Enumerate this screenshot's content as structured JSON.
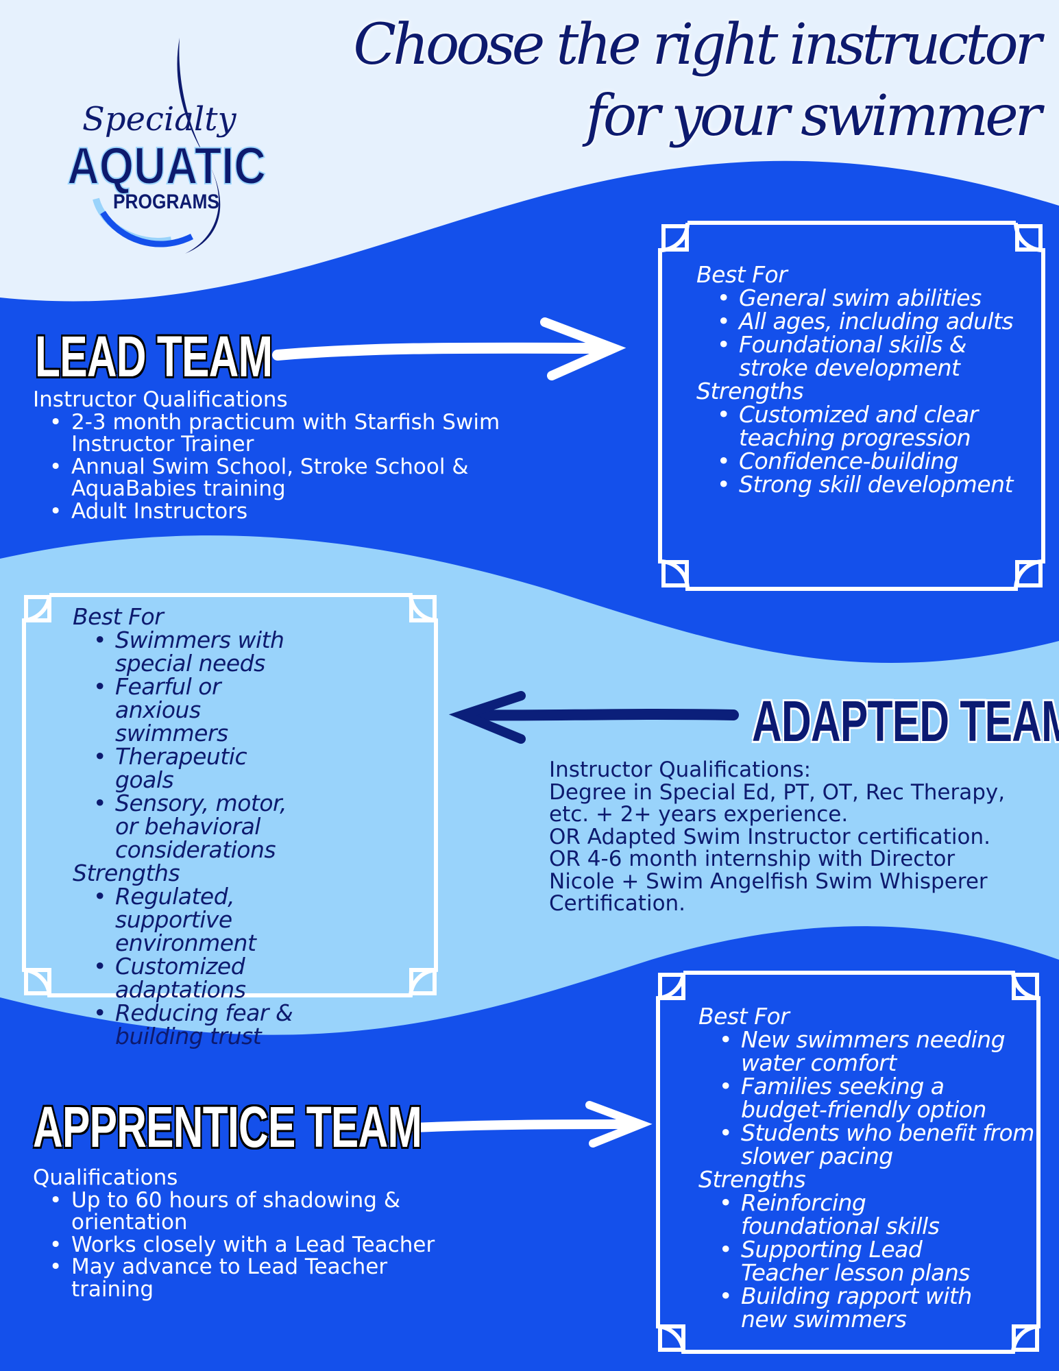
{
  "colors": {
    "sky": "#e6f1fd",
    "blue": "#1450eb",
    "light_blue": "#99d3fb",
    "navy": "#0d1a6e",
    "white": "#ffffff"
  },
  "logo": {
    "script": "Specialty",
    "main": "AQUATIC",
    "sub": "PROGRAMS"
  },
  "title": {
    "line1": "Choose the right instructor",
    "line2": "for your  swimmer"
  },
  "lead": {
    "heading": "LEAD TEAM",
    "qual_label": "Instructor Qualifications",
    "qualifications": [
      "2-3 month practicum with Starfish Swim Instructor Trainer",
      "Annual Swim School, Stroke School & AquaBabies training",
      "Adult Instructors"
    ],
    "best_for_label": "Best For",
    "best_for": [
      "General swim abilities",
      "All ages, including adults",
      "Foundational skills & stroke development"
    ],
    "strengths_label": "Strengths",
    "strengths": [
      "Customized and clear teaching progression",
      "Confidence-building",
      "Strong skill development"
    ]
  },
  "adapted": {
    "heading": "ADAPTED TEAM",
    "qual_lines": [
      "Instructor Qualifications:",
      "Degree in Special Ed, PT, OT, Rec Therapy,",
      "etc. + 2+ years experience.",
      "OR Adapted Swim Instructor certification.",
      "OR 4-6 month internship with Director",
      "Nicole + Swim Angelfish Swim Whisperer",
      "Certification."
    ],
    "best_for_label": "Best For",
    "best_for": [
      "Swimmers with special needs",
      "Fearful or anxious swimmers",
      "Therapeutic goals",
      "Sensory, motor, or behavioral considerations"
    ],
    "strengths_label": "Strengths",
    "strengths": [
      "Regulated, supportive environment",
      "Customized adaptations",
      "Reducing fear & building trust"
    ]
  },
  "apprentice": {
    "heading": "APPRENTICE TEAM",
    "qual_label": "Qualifications",
    "qualifications": [
      "Up to 60 hours of shadowing & orientation",
      "Works closely with a Lead Teacher",
      "May advance to Lead Teacher training"
    ],
    "best_for_label": "Best For",
    "best_for": [
      "New swimmers needing water comfort",
      "Families seeking a budget-friendly option",
      "Students who benefit from slower pacing"
    ],
    "strengths_label": "Strengths",
    "strengths": [
      "Reinforcing foundational skills",
      "Supporting Lead Teacher lesson plans",
      "Building rapport with new swimmers"
    ]
  }
}
